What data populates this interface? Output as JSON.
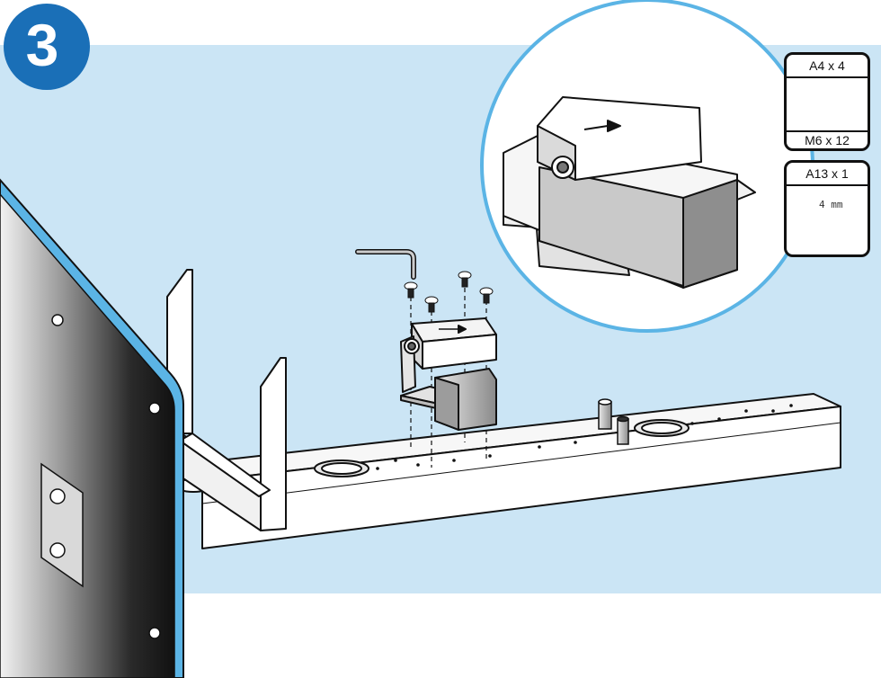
{
  "step": {
    "number": "3"
  },
  "parts": [
    {
      "id": "A4",
      "count_label": "A4 x 4",
      "size_label": "M6 x 12",
      "icon": "screw-icon"
    },
    {
      "id": "A13",
      "count_label": "A13 x 1",
      "size_label": "4 mm",
      "icon": "allen-key-icon"
    }
  ],
  "colors": {
    "panel_background": "#cbe5f5",
    "badge": "#1a6fb7",
    "tv_border": "#5bb4e5",
    "outline": "#111111"
  }
}
